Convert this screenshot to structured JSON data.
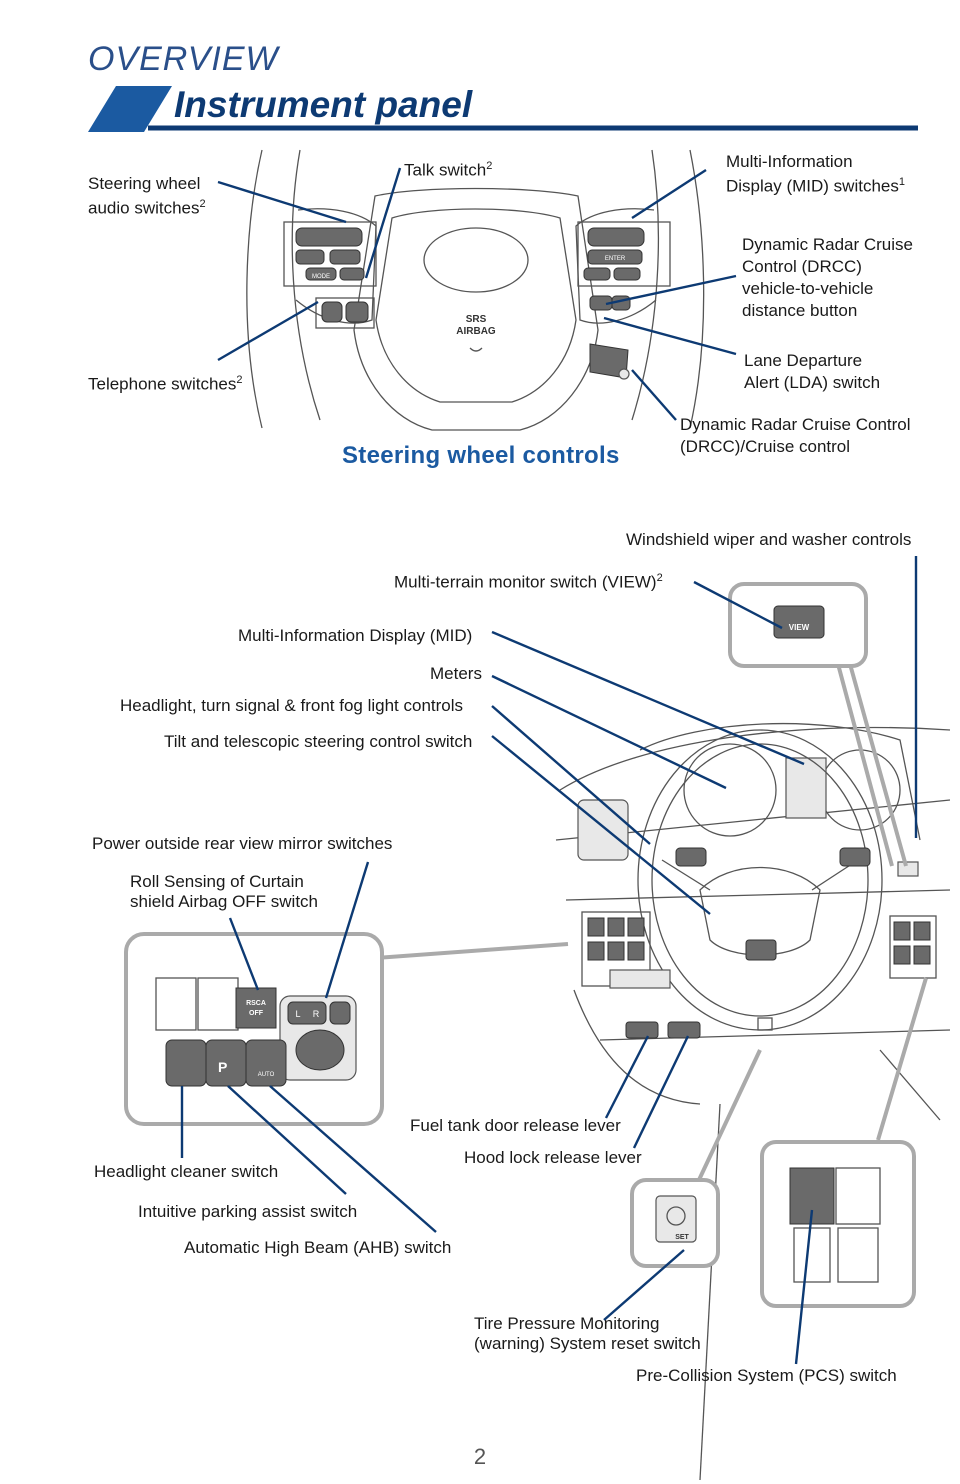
{
  "header": {
    "section": "OVERVIEW",
    "title": "Instrument panel"
  },
  "steering": {
    "caption": "Steering wheel controls",
    "airbag_line1": "SRS",
    "airbag_line2": "AIRBAG",
    "labels": {
      "audio_1": "Steering wheel",
      "audio_2": "audio switches",
      "audio_sup": "2",
      "talk": "Talk switch",
      "talk_sup": "2",
      "mid_1": "Multi-Information",
      "mid_2": "Display (MID) switches",
      "mid_sup": "1",
      "drcc_dist_1": "Dynamic Radar Cruise",
      "drcc_dist_2": "Control (DRCC)",
      "drcc_dist_3": "vehicle-to-vehicle",
      "drcc_dist_4": "distance button",
      "lda_1": "Lane Departure",
      "lda_2": "Alert (LDA) switch",
      "drcc_1": "Dynamic Radar Cruise Control",
      "drcc_2": "(DRCC)/Cruise control",
      "telephone": "Telephone switches",
      "telephone_sup": "2"
    }
  },
  "dashboard": {
    "labels": {
      "wiper": "Windshield wiper and washer controls",
      "view": "Multi-terrain monitor switch (VIEW)",
      "view_sup": "2",
      "mid": "Multi-Information Display (MID)",
      "meters": "Meters",
      "headlight": "Headlight, turn signal & front fog light controls",
      "tilt": "Tilt and telescopic steering control switch",
      "mirror": "Power outside rear view mirror switches",
      "rsca_1": "Roll Sensing of Curtain",
      "rsca_2": "shield Airbag OFF switch",
      "fuel": "Fuel tank door release lever",
      "hood": "Hood lock release lever",
      "cleaner": "Headlight cleaner switch",
      "parking": "Intuitive parking assist switch",
      "ahb": "Automatic High Beam (AHB) switch",
      "tpms_1": "Tire Pressure Monitoring",
      "tpms_2": "(warning) System reset switch",
      "pcs": "Pre-Collision System (PCS) switch"
    },
    "switch_text": {
      "view_button": "VIEW",
      "rsca_1": "RSCA",
      "rsca_2": "OFF",
      "mirror_l": "L",
      "mirror_r": "R",
      "auto": "AUTO",
      "park": "P",
      "set": "SET",
      "enter": "ENTER",
      "mode": "MODE"
    }
  },
  "footer": {
    "page_number": "2"
  },
  "colors": {
    "heading_blue": "#0d3a73",
    "accent_blue": "#1b5aa1",
    "leader_line": "#0d3a73",
    "callout_gray": "#aaaaaa"
  }
}
